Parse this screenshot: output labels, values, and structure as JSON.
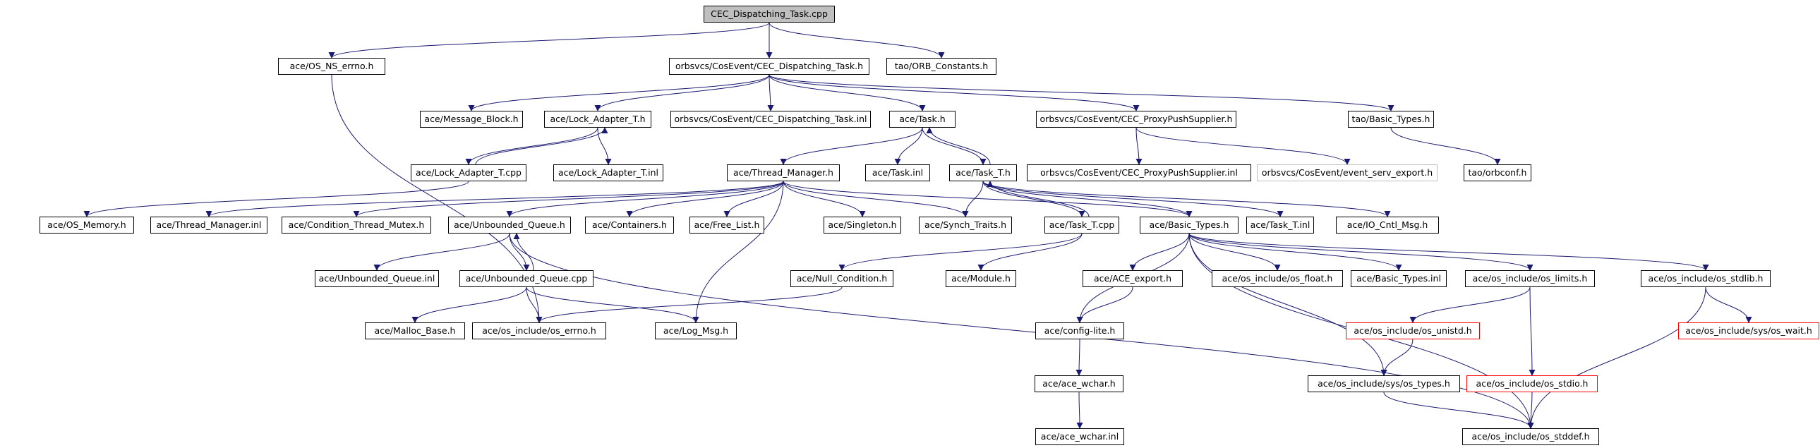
{
  "graph": {
    "edge_color": "#191970",
    "root_fill": "#bfbfbf",
    "missing_border": "#ff0000",
    "external_border": "#bfbfbf",
    "nodes": [
      {
        "id": "cec_cpp",
        "label": "CEC_Dispatching_Task.cpp",
        "style": "root"
      },
      {
        "id": "os_ns_errno",
        "label": "ace/OS_NS_errno.h"
      },
      {
        "id": "cec_h",
        "label": "orbsvcs/CosEvent/CEC_Dispatching_Task.h"
      },
      {
        "id": "orb_constants",
        "label": "tao/ORB_Constants.h"
      },
      {
        "id": "message_block",
        "label": "ace/Message_Block.h"
      },
      {
        "id": "lock_adapter_h",
        "label": "ace/Lock_Adapter_T.h"
      },
      {
        "id": "cec_inl",
        "label": "orbsvcs/CosEvent/CEC_Dispatching_Task.inl"
      },
      {
        "id": "task_h",
        "label": "ace/Task.h"
      },
      {
        "id": "proxy_h",
        "label": "orbsvcs/CosEvent/CEC_ProxyPushSupplier.h"
      },
      {
        "id": "tao_basic_types",
        "label": "tao/Basic_Types.h"
      },
      {
        "id": "lock_adapter_cpp",
        "label": "ace/Lock_Adapter_T.cpp"
      },
      {
        "id": "lock_adapter_inl",
        "label": "ace/Lock_Adapter_T.inl"
      },
      {
        "id": "thread_manager",
        "label": "ace/Thread_Manager.h"
      },
      {
        "id": "task_inl",
        "label": "ace/Task.inl"
      },
      {
        "id": "task_t_h",
        "label": "ace/Task_T.h"
      },
      {
        "id": "proxy_inl",
        "label": "orbsvcs/CosEvent/CEC_ProxyPushSupplier.inl"
      },
      {
        "id": "event_serv_export",
        "label": "orbsvcs/CosEvent/event_serv_export.h",
        "style": "external"
      },
      {
        "id": "orbconf",
        "label": "tao/orbconf.h"
      },
      {
        "id": "os_memory",
        "label": "ace/OS_Memory.h"
      },
      {
        "id": "thread_manager_inl",
        "label": "ace/Thread_Manager.inl"
      },
      {
        "id": "condition_thread_mutex",
        "label": "ace/Condition_Thread_Mutex.h"
      },
      {
        "id": "unbounded_queue_h",
        "label": "ace/Unbounded_Queue.h"
      },
      {
        "id": "containers",
        "label": "ace/Containers.h"
      },
      {
        "id": "free_list",
        "label": "ace/Free_List.h"
      },
      {
        "id": "singleton",
        "label": "ace/Singleton.h"
      },
      {
        "id": "synch_traits",
        "label": "ace/Synch_Traits.h"
      },
      {
        "id": "ace_basic_types",
        "label": "ace/Basic_Types.h"
      },
      {
        "id": "task_t_inl",
        "label": "ace/Task_T.inl"
      },
      {
        "id": "io_cntl_msg",
        "label": "ace/IO_Cntl_Msg.h"
      },
      {
        "id": "task_t_cpp",
        "label": "ace/Task_T.cpp"
      },
      {
        "id": "unbounded_queue_inl",
        "label": "ace/Unbounded_Queue.inl"
      },
      {
        "id": "unbounded_queue_cpp",
        "label": "ace/Unbounded_Queue.cpp"
      },
      {
        "id": "null_condition",
        "label": "ace/Null_Condition.h"
      },
      {
        "id": "module",
        "label": "ace/Module.h"
      },
      {
        "id": "ace_export",
        "label": "ace/ACE_export.h"
      },
      {
        "id": "os_float",
        "label": "ace/os_include/os_float.h"
      },
      {
        "id": "basic_types_inl",
        "label": "ace/Basic_Types.inl"
      },
      {
        "id": "os_limits",
        "label": "ace/os_include/os_limits.h"
      },
      {
        "id": "os_stdlib",
        "label": "ace/os_include/os_stdlib.h"
      },
      {
        "id": "malloc_base",
        "label": "ace/Malloc_Base.h"
      },
      {
        "id": "os_errno",
        "label": "ace/os_include/os_errno.h"
      },
      {
        "id": "log_msg",
        "label": "ace/Log_Msg.h"
      },
      {
        "id": "config_lite",
        "label": "ace/config-lite.h"
      },
      {
        "id": "os_unistd",
        "label": "ace/os_include/os_unistd.h",
        "style": "missing"
      },
      {
        "id": "sys_wait",
        "label": "ace/os_include/sys/os_wait.h",
        "style": "missing"
      },
      {
        "id": "ace_wchar_h",
        "label": "ace/ace_wchar.h"
      },
      {
        "id": "sys_types",
        "label": "ace/os_include/sys/os_types.h"
      },
      {
        "id": "os_stdio",
        "label": "ace/os_include/os_stdio.h",
        "style": "missing"
      },
      {
        "id": "ace_wchar_inl",
        "label": "ace/ace_wchar.inl"
      },
      {
        "id": "os_stddef",
        "label": "ace/os_include/os_stddef.h"
      }
    ],
    "edges": [
      [
        "cec_cpp",
        "os_ns_errno"
      ],
      [
        "cec_cpp",
        "cec_h"
      ],
      [
        "cec_cpp",
        "orb_constants"
      ],
      [
        "cec_h",
        "message_block"
      ],
      [
        "cec_h",
        "lock_adapter_h"
      ],
      [
        "cec_h",
        "cec_inl"
      ],
      [
        "cec_h",
        "task_h"
      ],
      [
        "cec_h",
        "proxy_h"
      ],
      [
        "cec_h",
        "tao_basic_types"
      ],
      [
        "os_ns_errno",
        "os_errno"
      ],
      [
        "lock_adapter_h",
        "lock_adapter_cpp"
      ],
      [
        "lock_adapter_cpp",
        "lock_adapter_h"
      ],
      [
        "lock_adapter_h",
        "lock_adapter_inl"
      ],
      [
        "lock_adapter_cpp",
        "os_memory"
      ],
      [
        "task_h",
        "thread_manager"
      ],
      [
        "task_h",
        "task_inl"
      ],
      [
        "task_h",
        "task_t_h"
      ],
      [
        "task_t_h",
        "task_h"
      ],
      [
        "proxy_h",
        "proxy_inl"
      ],
      [
        "proxy_h",
        "event_serv_export"
      ],
      [
        "tao_basic_types",
        "orbconf"
      ],
      [
        "thread_manager",
        "thread_manager_inl"
      ],
      [
        "thread_manager",
        "condition_thread_mutex"
      ],
      [
        "thread_manager",
        "unbounded_queue_h"
      ],
      [
        "thread_manager",
        "containers"
      ],
      [
        "thread_manager",
        "free_list"
      ],
      [
        "thread_manager",
        "singleton"
      ],
      [
        "thread_manager",
        "synch_traits"
      ],
      [
        "thread_manager",
        "ace_basic_types"
      ],
      [
        "thread_manager",
        "log_msg"
      ],
      [
        "task_t_h",
        "synch_traits"
      ],
      [
        "task_t_h",
        "task_t_cpp"
      ],
      [
        "task_t_cpp",
        "task_t_h"
      ],
      [
        "task_t_h",
        "task_t_inl"
      ],
      [
        "task_t_h",
        "io_cntl_msg"
      ],
      [
        "task_t_h",
        "ace_basic_types"
      ],
      [
        "unbounded_queue_h",
        "unbounded_queue_inl"
      ],
      [
        "unbounded_queue_h",
        "unbounded_queue_cpp"
      ],
      [
        "unbounded_queue_cpp",
        "unbounded_queue_h"
      ],
      [
        "unbounded_queue_h",
        "os_stddef"
      ],
      [
        "unbounded_queue_cpp",
        "malloc_base"
      ],
      [
        "unbounded_queue_cpp",
        "os_errno"
      ],
      [
        "unbounded_queue_cpp",
        "log_msg"
      ],
      [
        "task_t_cpp",
        "null_condition"
      ],
      [
        "task_t_cpp",
        "module"
      ],
      [
        "null_condition",
        "os_errno"
      ],
      [
        "ace_basic_types",
        "ace_export"
      ],
      [
        "ace_basic_types",
        "os_float"
      ],
      [
        "ace_basic_types",
        "basic_types_inl"
      ],
      [
        "ace_basic_types",
        "os_limits"
      ],
      [
        "ace_basic_types",
        "os_stdlib"
      ],
      [
        "ace_basic_types",
        "config_lite"
      ],
      [
        "ace_basic_types",
        "sys_types"
      ],
      [
        "ace_basic_types",
        "os_stddef"
      ],
      [
        "ace_export",
        "config_lite"
      ],
      [
        "os_limits",
        "os_unistd"
      ],
      [
        "os_limits",
        "os_stdio"
      ],
      [
        "os_stdlib",
        "sys_wait"
      ],
      [
        "os_stdlib",
        "os_stddef"
      ],
      [
        "config_lite",
        "ace_wchar_h"
      ],
      [
        "ace_wchar_h",
        "ace_wchar_inl"
      ],
      [
        "os_unistd",
        "sys_types"
      ],
      [
        "sys_types",
        "os_stddef"
      ],
      [
        "os_stdio",
        "os_stddef"
      ]
    ]
  }
}
